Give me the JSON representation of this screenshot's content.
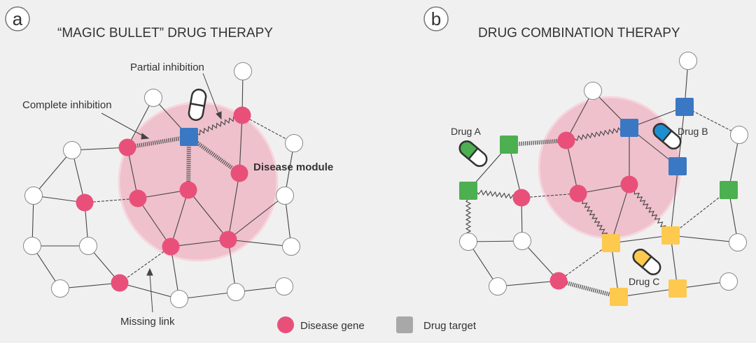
{
  "panel_a": {
    "letter": "a",
    "title": "“MAGIC BULLET” DRUG THERAPY",
    "labels": {
      "partial": "Partial inhibition",
      "complete": "Complete inhibition",
      "module": "Disease module",
      "missing": "Missing link"
    }
  },
  "panel_b": {
    "letter": "b",
    "title": "DRUG COMBINATION THERAPY",
    "drugs": {
      "a": "Drug A",
      "b": "Drug B",
      "c": "Drug C"
    }
  },
  "legend": {
    "disease_gene": "Disease gene",
    "drug_target": "Drug target"
  },
  "colors": {
    "disease_gene": "#e8507a",
    "target_blue": "#3b78c4",
    "target_green": "#4caf50",
    "target_yellow": "#fdc94e",
    "module": "#eeb8c6",
    "legend_target": "#a8a8a8"
  }
}
